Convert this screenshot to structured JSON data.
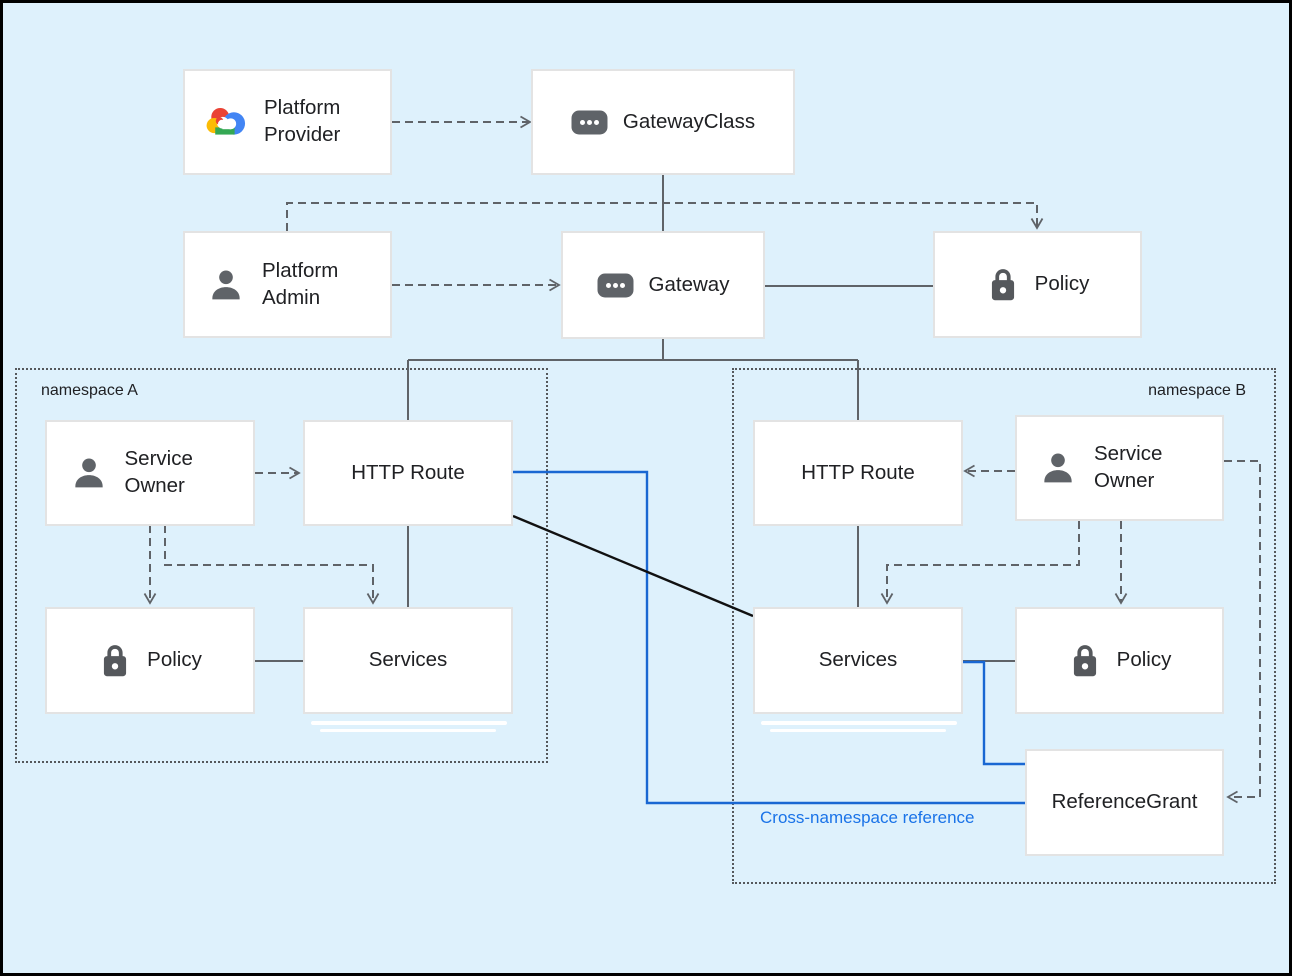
{
  "colors": {
    "background": "#def1fc",
    "node_fill": "#ffffff",
    "node_border": "#e3e3e3",
    "text": "#202124",
    "connector_gray": "#5f6368",
    "connector_blue": "#1967d2",
    "connector_black": "#111111",
    "namespace_border": "#55585c",
    "blue_label_text": "#1a73e8",
    "icon_gray": "#5f6368",
    "logo_red": "#ea4335",
    "logo_blue": "#4285f4",
    "logo_yellow": "#fbbc05",
    "logo_green": "#34a853"
  },
  "nodes": {
    "platform_provider": {
      "label": "Platform Provider",
      "icon": "google-cloud-logo"
    },
    "gateway_class": {
      "label": "GatewayClass",
      "icon": "resource-chip"
    },
    "platform_admin": {
      "label": "Platform Admin",
      "icon": "person"
    },
    "gateway": {
      "label": "Gateway",
      "icon": "resource-chip"
    },
    "policy_top": {
      "label": "Policy",
      "icon": "lock"
    },
    "service_owner_a": {
      "label": "Service Owner",
      "icon": "person"
    },
    "http_route_a": {
      "label": "HTTP Route"
    },
    "policy_a": {
      "label": "Policy",
      "icon": "lock"
    },
    "services_a": {
      "label": "Services"
    },
    "http_route_b": {
      "label": "HTTP Route"
    },
    "service_owner_b": {
      "label": "Service Owner",
      "icon": "person"
    },
    "services_b": {
      "label": "Services"
    },
    "policy_b": {
      "label": "Policy",
      "icon": "lock"
    },
    "reference_grant": {
      "label": "ReferenceGrant"
    }
  },
  "namespaces": {
    "a": {
      "label": "namespace A"
    },
    "b": {
      "label": "namespace B"
    }
  },
  "annotations": {
    "cross_namespace_reference": "Cross-namespace reference"
  }
}
